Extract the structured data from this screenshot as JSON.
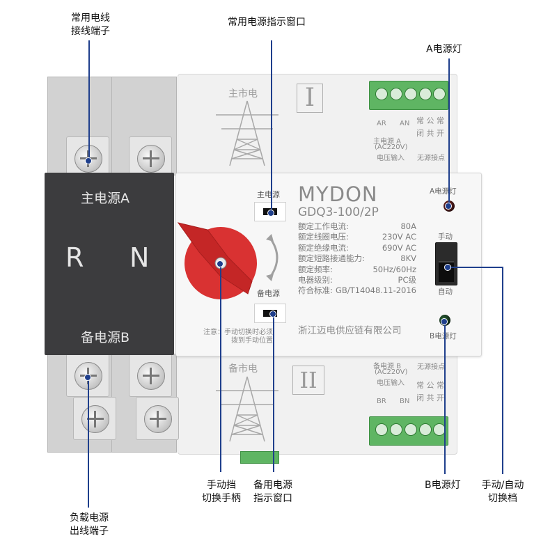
{
  "callouts": {
    "main_terminal": [
      "常用电线",
      "接线端子"
    ],
    "main_window": "常用电源指示窗口",
    "lamp_a": "A电源灯",
    "handle": [
      "手动挡",
      "切换手柄"
    ],
    "backup_window": [
      "备用电源",
      "指示窗口"
    ],
    "lamp_b": "B电源灯",
    "mode_switch": [
      "手动/自动",
      "切换档"
    ],
    "load_terminal": [
      "负载电源",
      "出线端子"
    ]
  },
  "device": {
    "brand": "MYDON",
    "model": "GDQ3-100/2P",
    "top_source_label": "主市电",
    "bottom_source_label": "备市电",
    "roman_top": "I",
    "roman_bottom": "II",
    "left_panel": {
      "main": "主电源A",
      "backup": "备电源B",
      "r": "R",
      "n": "N"
    },
    "window_main_label": "主电源",
    "window_backup_label": "备电源",
    "lamp_a_label": "A电源灯",
    "lamp_b_label": "B电源灯",
    "switch_top_label": "手动",
    "switch_bottom_label": "自动",
    "notice": [
      "注意：手动切换时必须",
      "拨到手动位置"
    ],
    "manufacturer": "浙江迈电供应链有限公司",
    "specs": [
      {
        "label": "额定工作电流:",
        "value": "80A"
      },
      {
        "label": "额定线圈电压:",
        "value": "230V AC"
      },
      {
        "label": "额定绝缘电流:",
        "value": "690V AC"
      },
      {
        "label": "额定短路接通能力:",
        "value": "8KV"
      },
      {
        "label": "额定频率:",
        "value": "50Hz/60Hz"
      },
      {
        "label": "电器级别:",
        "value": "PC级"
      },
      {
        "label": "符合标准:",
        "value": "GB/T14048.11-2016"
      }
    ],
    "top_terminal": {
      "terms": [
        "AR",
        "AN"
      ],
      "source": [
        "主电源 A",
        "(AC220V)",
        "电压输入"
      ],
      "contacts": [
        "常",
        "公",
        "常",
        "闭",
        "共",
        "开"
      ],
      "passive": "无源接点"
    },
    "bottom_terminal": {
      "terms": [
        "BR",
        "BN"
      ],
      "source": [
        "备电源 B",
        "(AC220V)",
        "电压输入"
      ],
      "contacts": [
        "常",
        "公",
        "常",
        "闭",
        "共",
        "开"
      ],
      "passive": "无源接点"
    }
  },
  "colors": {
    "callout_line": "#1f3f8c",
    "handle": "#d93232",
    "terminal_green": "#5fb563",
    "black_panel": "#3c3c3e"
  }
}
